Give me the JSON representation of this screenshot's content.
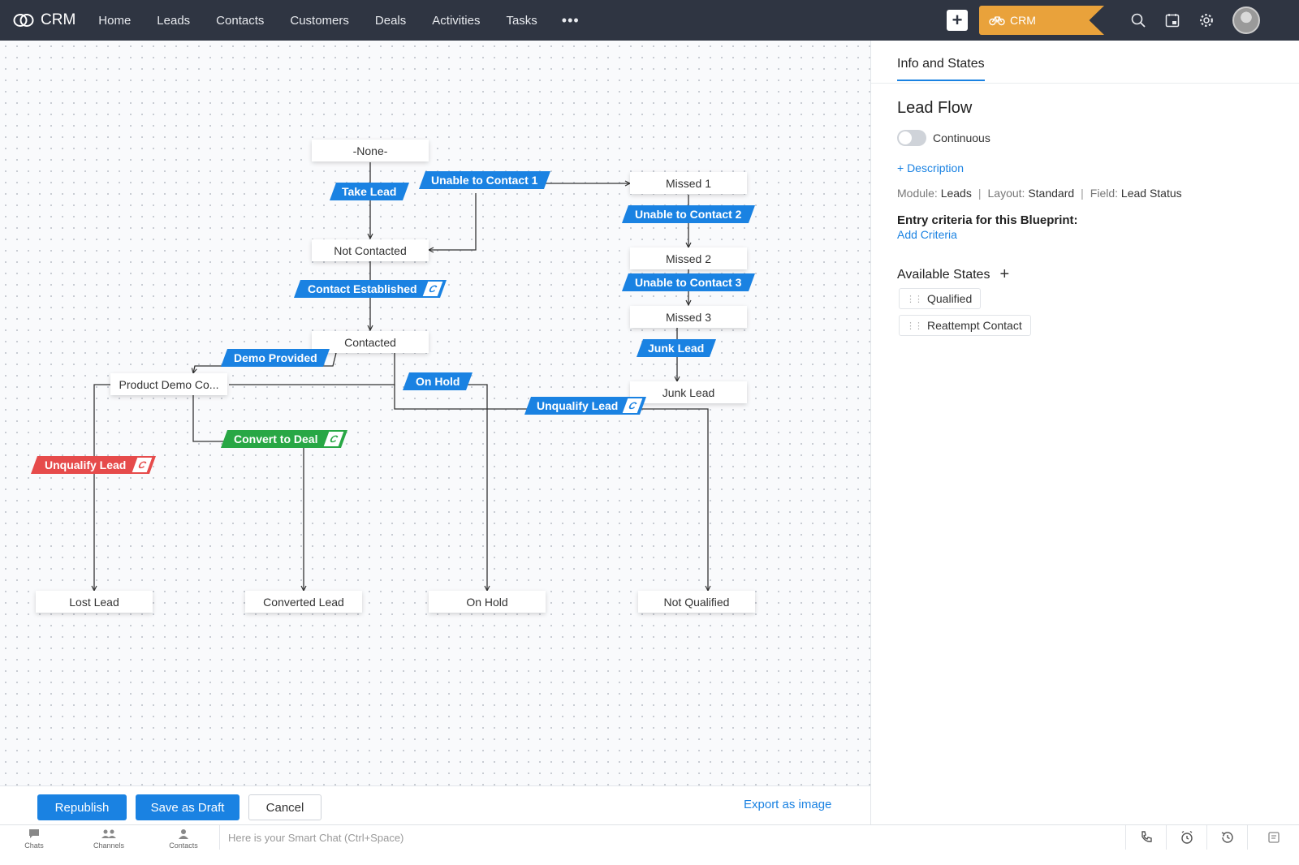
{
  "app": {
    "brand": "CRM",
    "nav": [
      "Home",
      "Leads",
      "Contacts",
      "Customers",
      "Deals",
      "Activities",
      "Tasks"
    ],
    "more": "•••",
    "org_tag": "CRM"
  },
  "blueprint": {
    "states": {
      "none": "-None-",
      "not_contacted": "Not Contacted",
      "contacted": "Contacted",
      "product_demo": "Product Demo Co...",
      "missed1": "Missed 1",
      "missed2": "Missed 2",
      "missed3": "Missed 3",
      "junk_lead": "Junk Lead",
      "lost_lead": "Lost Lead",
      "converted_lead": "Converted Lead",
      "on_hold": "On Hold",
      "not_qualified": "Not Qualified"
    },
    "transitions": {
      "take_lead": "Take Lead",
      "unable1": "Unable to Contact 1",
      "unable2": "Unable to Contact 2",
      "unable3": "Unable to Contact 3",
      "contact_established": "Contact Established",
      "demo_provided": "Demo Provided",
      "on_hold": "On Hold",
      "junk_lead": "Junk Lead",
      "unqualify_blue": "Unqualify Lead",
      "convert_to_deal": "Convert to Deal",
      "unqualify_red": "Unqualify Lead",
      "common_marker": "C"
    }
  },
  "panel": {
    "tab": "Info and States",
    "title": "Lead Flow",
    "toggle_label": "Continuous",
    "description_link": "+ Description",
    "module_label": "Module:",
    "module_value": "Leads",
    "layout_label": "Layout:",
    "layout_value": "Standard",
    "field_label": "Field:",
    "field_value": "Lead Status",
    "entry_title": "Entry criteria for this Blueprint:",
    "add_criteria": "Add Criteria",
    "available_states": "Available States",
    "states": [
      "Qualified",
      "Reattempt Contact"
    ]
  },
  "footer": {
    "republish": "Republish",
    "save_draft": "Save as Draft",
    "cancel": "Cancel",
    "export": "Export as image"
  },
  "bottom": {
    "chats": "Chats",
    "channels": "Channels",
    "contacts": "Contacts",
    "smart_chat": "Here is your Smart Chat (Ctrl+Space)"
  }
}
